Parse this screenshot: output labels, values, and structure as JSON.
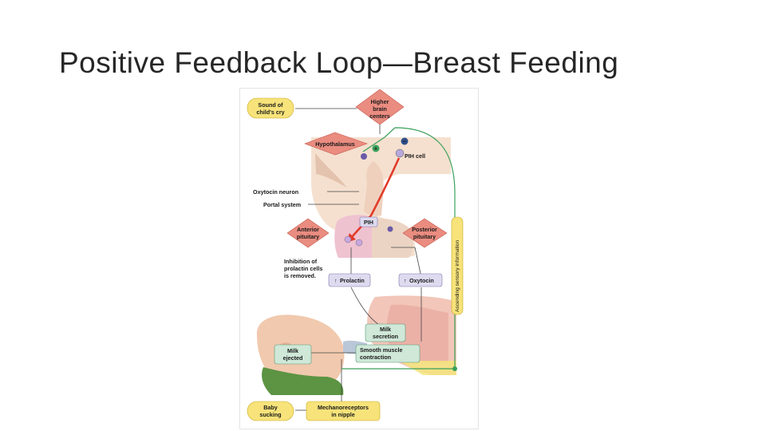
{
  "slide": {
    "title": "Positive Feedback Loop—Breast Feeding"
  },
  "diagram": {
    "sound_of_cry": [
      "Sound of",
      "child's cry"
    ],
    "higher_brain": [
      "Higher",
      "brain",
      "centers"
    ],
    "hypothalamus": "Hypothalamus",
    "pih_cell": "PIH cell",
    "oxytocin_neuron": "Oxytocin neuron",
    "portal_system": "Portal system",
    "pih": "PIH",
    "anterior_pituitary": [
      "Anterior",
      "pituitary"
    ],
    "posterior_pituitary": [
      "Posterior",
      "pituitary"
    ],
    "inhibition": [
      "Inhibition of",
      "prolactin cells",
      "is removed."
    ],
    "prolactin": "Prolactin",
    "oxytocin": "Oxytocin",
    "ascending": "Ascending sensory information",
    "milk_secretion": [
      "Milk",
      "secretion"
    ],
    "smooth_muscle": [
      "Smooth muscle",
      "contraction"
    ],
    "milk_ejected": [
      "Milk",
      "ejected"
    ],
    "baby_sucking": [
      "Baby",
      "sucking"
    ],
    "mechanoreceptors": [
      "Mechanoreceptors",
      "in nipple"
    ],
    "plus_sign": "+",
    "minus_sign": "−",
    "up_arrow": "↑",
    "colors": {
      "yellow_box": "#f7e37a",
      "red_diamond": "#ea8c80",
      "green_box": "#cfe8d8",
      "lavender_box": "#dedbf0",
      "feedback_green": "#3aa05a",
      "pih_red": "#e23b2a"
    }
  }
}
